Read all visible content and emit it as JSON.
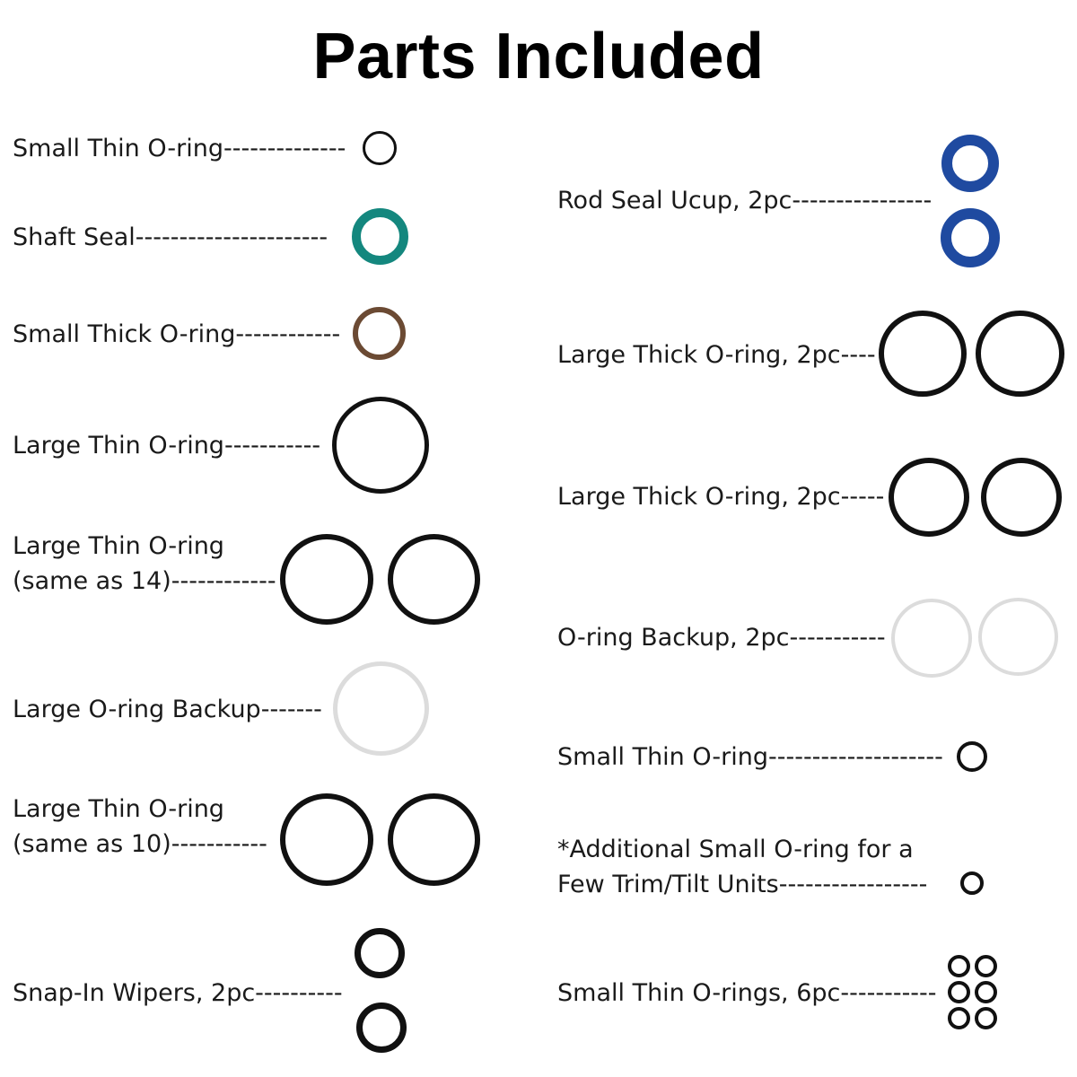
{
  "title": "Parts Included",
  "colors": {
    "black": "#111111",
    "teal": "#14877e",
    "brown": "#6b4a33",
    "blue": "#1f4aa0",
    "clear": "#dcdcdc"
  },
  "left_column": [
    {
      "label": "Small Thin O-ring--------------",
      "ring_color": "black",
      "quantity": 1
    },
    {
      "label": "Shaft Seal----------------------",
      "ring_color": "teal",
      "quantity": 1
    },
    {
      "label": "Small Thick O-ring------------",
      "ring_color": "brown",
      "quantity": 1
    },
    {
      "label": "Large Thin O-ring-----------",
      "ring_color": "black",
      "quantity": 1
    },
    {
      "label": "Large Thin O-ring\n(same as 14)------------",
      "ring_color": "black",
      "quantity": 2
    },
    {
      "label": "Large O-ring Backup-------",
      "ring_color": "clear",
      "quantity": 1
    },
    {
      "label": "Large Thin O-ring\n(same as 10)-----------",
      "ring_color": "black",
      "quantity": 2
    },
    {
      "label": "Snap-In Wipers, 2pc----------",
      "ring_color": "black",
      "quantity": 2
    }
  ],
  "right_column": [
    {
      "label": "Rod Seal Ucup, 2pc----------------",
      "ring_color": "blue",
      "quantity": 2
    },
    {
      "label": "Large Thick O-ring, 2pc----",
      "ring_color": "black",
      "quantity": 2
    },
    {
      "label": "Large Thick O-ring, 2pc-----",
      "ring_color": "black",
      "quantity": 2
    },
    {
      "label": "O-ring Backup, 2pc-----------",
      "ring_color": "clear",
      "quantity": 2
    },
    {
      "label": "Small Thin O-ring--------------------",
      "ring_color": "black",
      "quantity": 1
    },
    {
      "label": "*Additional Small O-ring for a\nFew Trim/Tilt Units-----------------",
      "ring_color": "black",
      "quantity": 1
    },
    {
      "label": "Small Thin O-rings, 6pc-----------",
      "ring_color": "black",
      "quantity": 6
    }
  ]
}
